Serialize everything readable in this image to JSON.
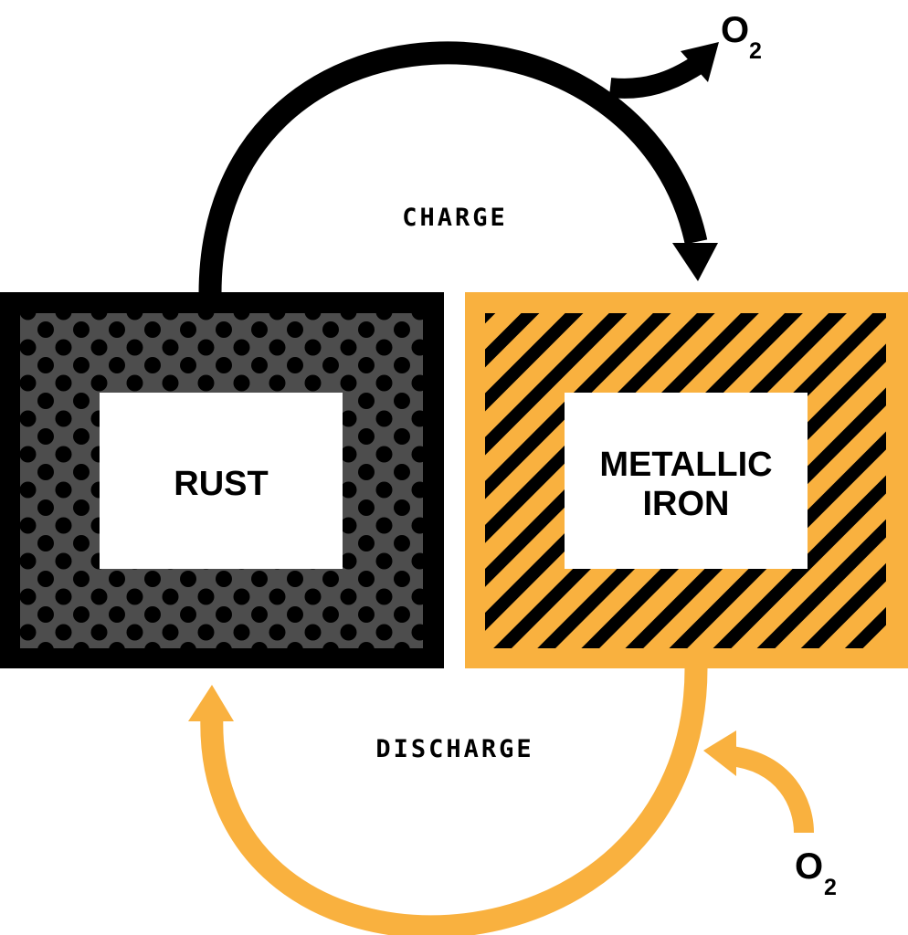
{
  "colors": {
    "black": "#000000",
    "orange": "#f9b13f",
    "rust_fill": "#4d4d4d",
    "white": "#ffffff"
  },
  "cycle": {
    "charge_label": "CHARGE",
    "discharge_label": "DISCHARGE"
  },
  "rust_box": {
    "label": "RUST",
    "pattern": "dots"
  },
  "iron_box": {
    "label_line1": "METALLIC",
    "label_line2": "IRON",
    "pattern": "diagonal-stripes"
  },
  "oxygen_out": {
    "symbol": "O",
    "subscript": "2"
  },
  "oxygen_in": {
    "symbol": "O",
    "subscript": "2"
  }
}
